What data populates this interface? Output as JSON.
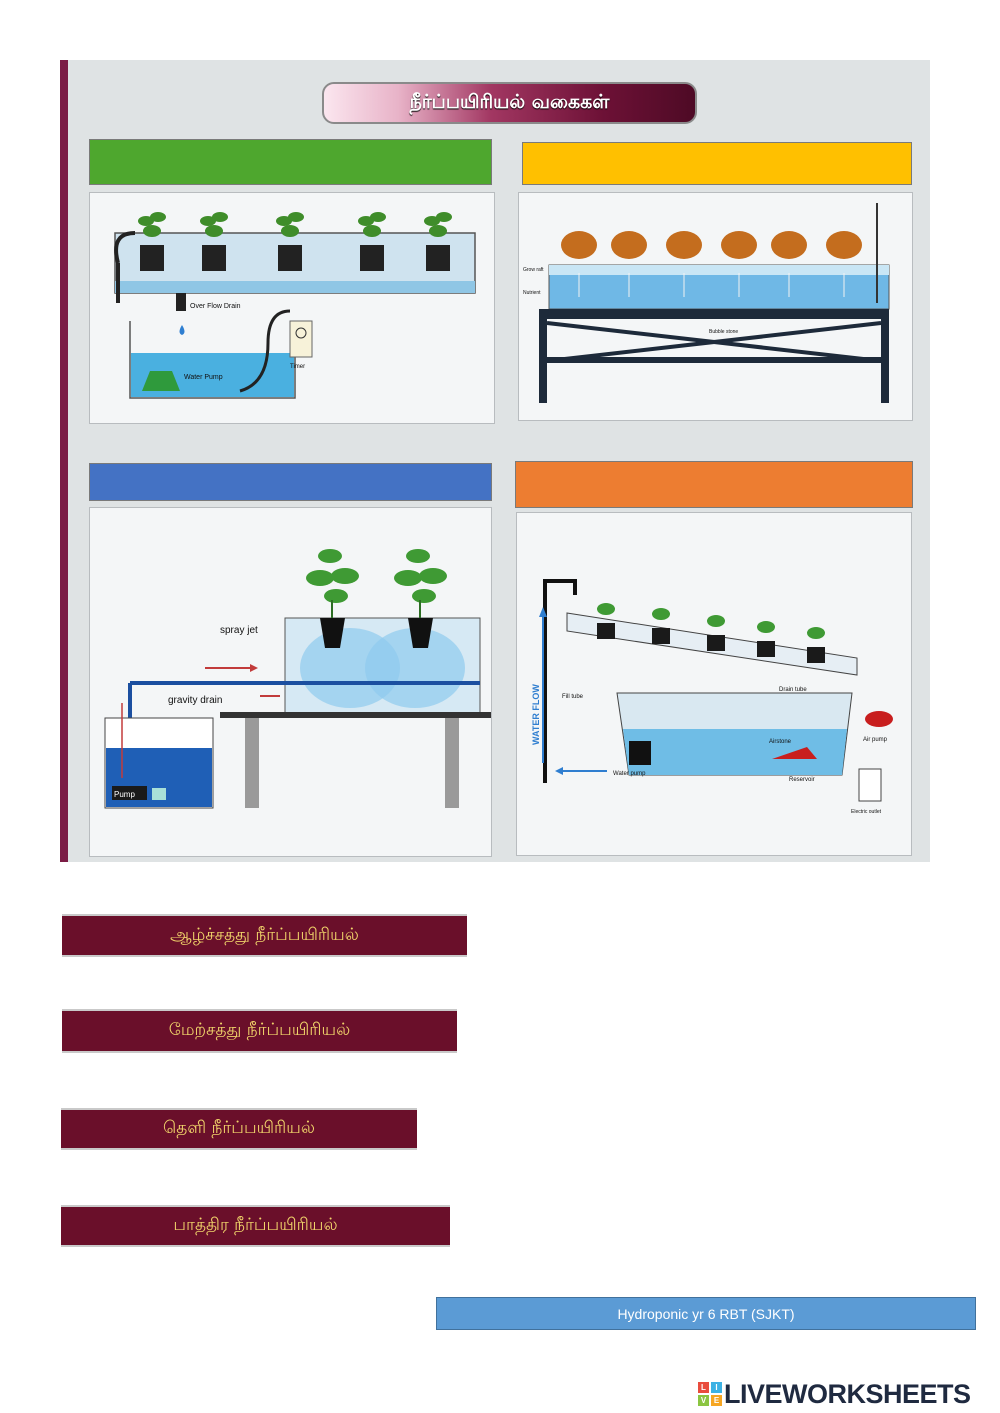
{
  "poster": {
    "title": "நீர்ப்பயிரியல் வகைகள்",
    "dropzone_colors": [
      "#4ea72e",
      "#ffc000",
      "#4472c4",
      "#ed7d31"
    ],
    "panels": [
      {
        "labels": {
          "overflow": "Over Flow Drain",
          "pump": "Water Pump",
          "timer": "Timer"
        }
      },
      {
        "labels": {
          "float": "Grow raft",
          "nutrient": "Nutrient",
          "bubble": "Bubble stone"
        }
      },
      {
        "labels": {
          "spray": "spray jet",
          "drain": "gravity drain",
          "pump": "Pump"
        }
      },
      {
        "labels": {
          "flow": "WATER FLOW",
          "fill": "Fill tube",
          "drain": "Drain tube",
          "pump": "Water pump",
          "airstone": "Airstone",
          "reservoir": "Reservoir",
          "airpump": "Air pump",
          "outlet": "Electric outlet"
        }
      }
    ]
  },
  "word_tiles": [
    "ஆழ்ச்சத்து நீர்ப்பயிரியல்",
    "மேற்சத்து நீர்ப்பயிரியல்",
    "தெளி நீர்ப்பயிரியல்",
    "பாத்திர நீர்ப்பயிரியல்"
  ],
  "credit": "Hydroponic yr 6 RBT (SJKT)",
  "brand": {
    "name": "LIVEWORKSHEETS",
    "letters": [
      "L",
      "I",
      "V",
      "E"
    ],
    "colors": [
      "#e94c3d",
      "#3db2e4",
      "#8bc541",
      "#f6a623"
    ]
  }
}
